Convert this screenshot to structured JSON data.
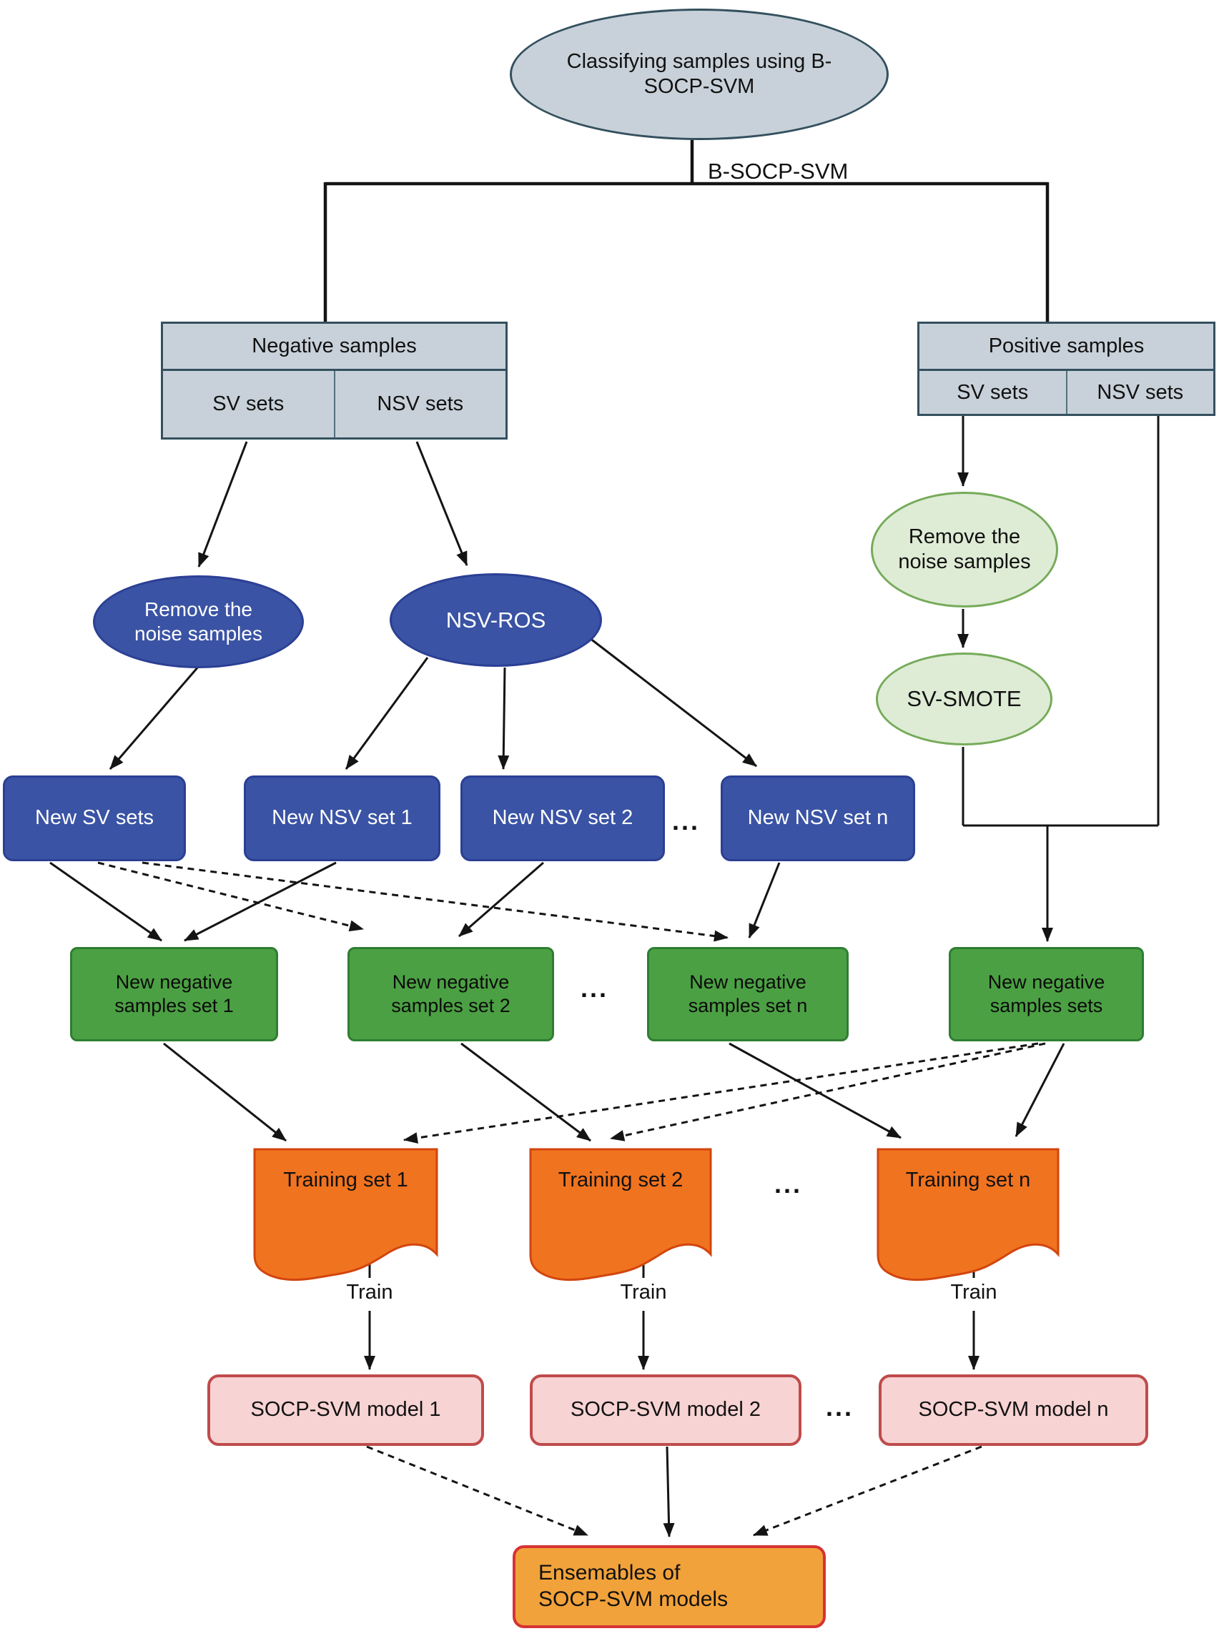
{
  "root": {
    "line1": "Classifying samples using B-",
    "line2": "SOCP-SVM"
  },
  "edge_label": "B-SOCP-SVM",
  "negative": {
    "header": "Negative samples",
    "sv": "SV sets",
    "nsv": "NSV sets"
  },
  "positive": {
    "header": "Positive samples",
    "sv": "SV sets",
    "nsv": "NSV sets"
  },
  "noise_neg": {
    "line1": "Remove the",
    "line2": "noise samples"
  },
  "nsv_ros": "NSV-ROS",
  "noise_pos": {
    "line1": "Remove the",
    "line2": "noise samples"
  },
  "sv_smote": "SV-SMOTE",
  "blue_row": {
    "new_sv": "New SV sets",
    "nsv1": "New NSV set 1",
    "nsv2": "New NSV set 2",
    "nsvn": "New NSV set n"
  },
  "green_row": {
    "g1": {
      "line1": "New negative",
      "line2": "samples set 1"
    },
    "g2": {
      "line1": "New negative",
      "line2": "samples set 2"
    },
    "g3": {
      "line1": "New negative",
      "line2": "samples set n"
    },
    "g4": {
      "line1": "New negative",
      "line2": "samples sets"
    }
  },
  "training": {
    "t1": "Training set 1",
    "t2": "Training set 2",
    "tn": "Training set n",
    "train_label": "Train"
  },
  "models": {
    "m1": "SOCP-SVM model 1",
    "m2": "SOCP-SVM model 2",
    "mn": "SOCP-SVM model n"
  },
  "ensemble": {
    "line1": "Ensemables of",
    "line2": "SOCP-SVM models"
  },
  "dots": "...",
  "colors": {
    "gray_fill": "#c8d1d9",
    "gray_border": "#34505f",
    "blue_fill": "#3a53a4",
    "blue_border": "#2b3f94",
    "light_green_fill": "#deecd5",
    "light_green_border": "#76ab5a",
    "green_fill": "#4ba043",
    "green_border": "#2f7d32",
    "orange_fill": "#f0731f",
    "orange_border": "#d2450e",
    "pink_fill": "#f8d3d3",
    "pink_border": "#bf4b4b",
    "amber_fill": "#f2a23a",
    "amber_border": "#d63333",
    "arrow": "#141414"
  }
}
